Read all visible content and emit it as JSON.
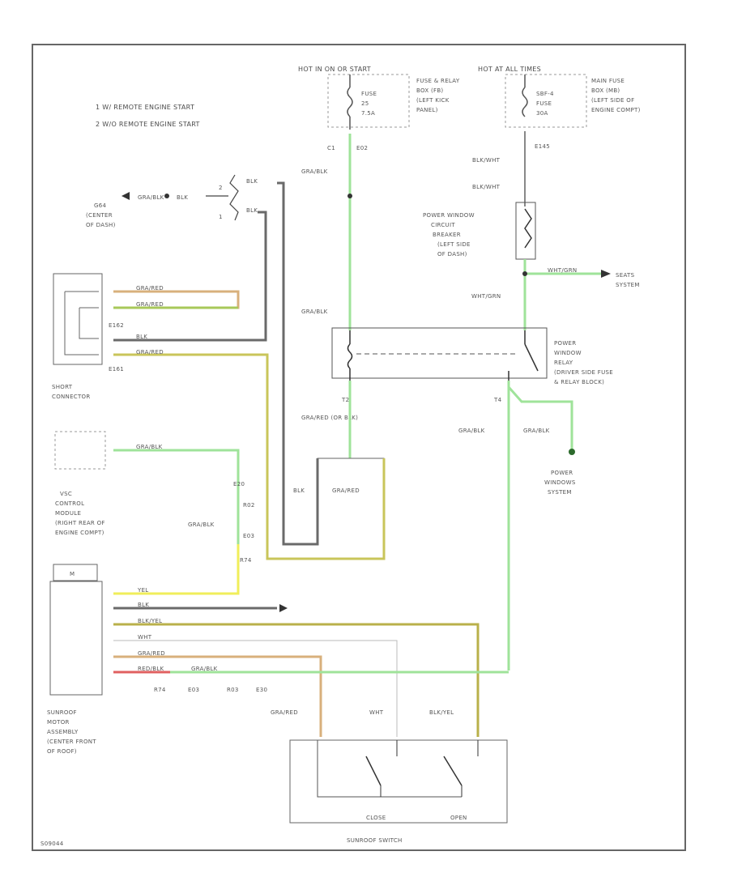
{
  "diagram": {
    "legend": [
      "1  W/ REMOTE ENGINE START",
      "2  W/O REMOTE ENGINE START"
    ],
    "power": {
      "hot_start_label": "HOT IN ON OR START",
      "hot_timer_label": "HOT AT ALL TIMES",
      "fuse25_lines": [
        "FUSE",
        "25",
        "7.5A"
      ],
      "fuse25_box_lines": [
        "FUSE & RELAY",
        "BOX (FB)",
        "(LEFT KICK",
        "PANEL)"
      ],
      "fuse_main_lines": [
        "SBF-4",
        "FUSE",
        "30A"
      ],
      "fuse_main_box_lines": [
        "MAIN FUSE",
        "BOX (MB)",
        "(LEFT SIDE OF",
        "ENGINE COMPT)"
      ]
    },
    "components": {
      "g_label": [
        "G64",
        "(CENTER",
        "OF DASH)"
      ],
      "short_conn_label": [
        "SHORT",
        "CONNECTOR"
      ],
      "circuit_breaker_label": [
        "POWER WINDOW",
        "CIRCUIT",
        "BREAKER",
        "(LEFT SIDE",
        "OF DASH)"
      ],
      "relay_label": [
        "POWER",
        "WINDOW",
        "RELAY",
        "(DRIVER SIDE FUSE",
        "& RELAY BLOCK)"
      ],
      "seats_label": [
        "SEATS",
        "SYSTEM"
      ],
      "pw_system_label": [
        "POWER",
        "WINDOWS",
        "SYSTEM"
      ],
      "vsc_label": [
        "VSC",
        "CONTROL",
        "MODULE",
        "(RIGHT REAR OF",
        "ENGINE COMPT)"
      ],
      "motor_label": [
        "SUNROOF",
        "MOTOR",
        "ASSEMBLY",
        "(CENTER FRONT",
        "OF ROOF)"
      ],
      "motor_tag": "M",
      "switch_label": "SUNROOF SWITCH",
      "switch_close": "CLOSE",
      "switch_open": "OPEN"
    },
    "connectors": {
      "c1": "C1",
      "e02": "E02",
      "e145": "E145",
      "e162": "E162",
      "e161": "E161",
      "t2": "T2",
      "t4": "T4",
      "r02": "R02",
      "e20": "E20",
      "r74": "R74",
      "e03": "E03",
      "r03": "R03",
      "e30": "E30"
    },
    "wires": {
      "gra_blk": "GRA/BLK",
      "blk_wht": "BLK/WHT",
      "wht_grn": "WHT/GRN",
      "blk": "BLK",
      "gra_red": "GRA/RED",
      "gra_red_alt": "GRA/RED (OR BLK)",
      "yel": "YEL",
      "blk_yel": "BLK/YEL",
      "wht": "WHT",
      "red_blk": "RED/BLK"
    },
    "footer_code": "S09044",
    "colors": {
      "frame": "#666666",
      "green": "#9fe39a",
      "gray_wire": "#707070",
      "tan": "#d8b07c",
      "yellow": "#f0ee5a",
      "olive": "#b9b04a",
      "red": "#e06060",
      "dashed": "#9a9a9a"
    }
  }
}
